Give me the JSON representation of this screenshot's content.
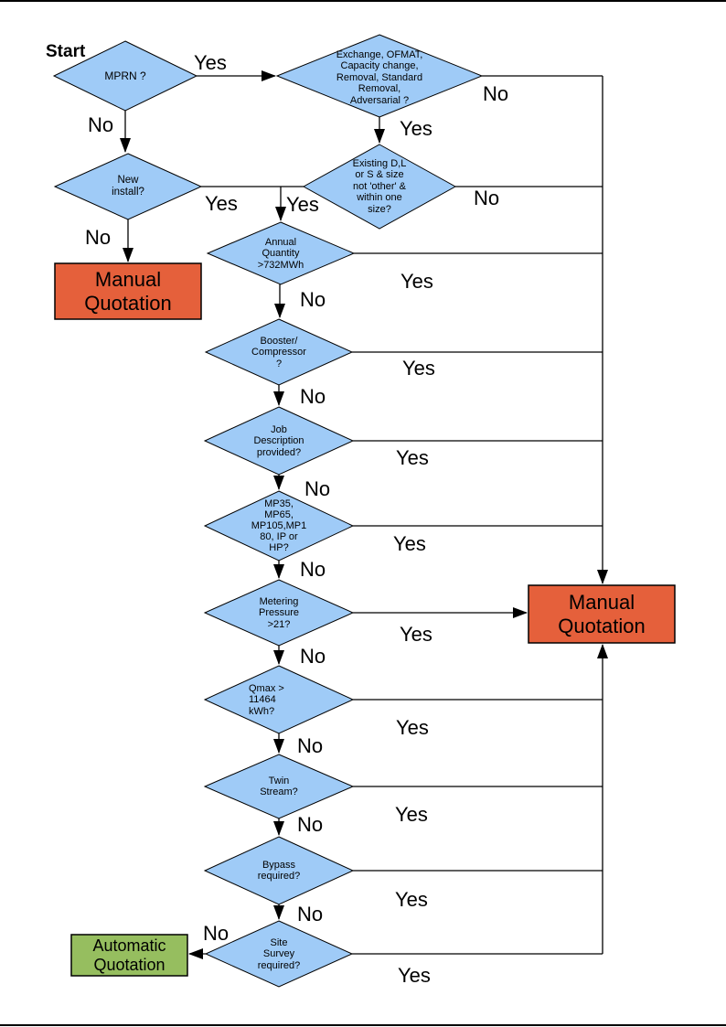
{
  "start_label": "Start",
  "colors": {
    "decision_fill": "#9FCBF7",
    "decision_stroke": "#000000",
    "manual_fill": "#E5603B",
    "automatic_fill": "#96BE5F",
    "line_color": "#000000"
  },
  "nodes": {
    "mprn": {
      "text": "MPRN ?"
    },
    "exchange": {
      "text": "Exchange, OFMAT,\nCapacity change,\nRemoval, Standard\nRemoval,\nAdversarial ?"
    },
    "new_install": {
      "text": "New\ninstall?"
    },
    "existing": {
      "text": "Existing D,L\nor S & size\nnot 'other' &\nwithin one\nsize?"
    },
    "annual": {
      "text": "Annual\nQuantity\n>732MWh"
    },
    "booster": {
      "text": "Booster/\nCompressor\n?"
    },
    "job_desc": {
      "text": "Job\nDescription\nprovided?"
    },
    "mp_tier": {
      "text": "MP35,\nMP65,\nMP105,MP1\n80, IP or\nHP?"
    },
    "metering": {
      "text": "Metering\nPressure\n>21?"
    },
    "qmax": {
      "text": "Qmax >\n11464\nkWh?"
    },
    "twin": {
      "text": "Twin\nStream?"
    },
    "bypass": {
      "text": "Bypass\nrequired?"
    },
    "site_survey": {
      "text": "Site\nSurvey\nrequired?"
    }
  },
  "terminals": {
    "manual_left": {
      "text": "Manual\nQuotation"
    },
    "manual_right": {
      "text": "Manual\nQuotation"
    },
    "automatic": {
      "text": "Automatic\nQuotation"
    }
  },
  "labels": {
    "mprn_yes": "Yes",
    "mprn_no": "No",
    "exchange_yes": "Yes",
    "exchange_no": "No",
    "new_install_yes": "Yes",
    "new_install_no": "No",
    "existing_yes": "Yes",
    "existing_no": "No",
    "annual_yes": "Yes",
    "annual_no": "No",
    "booster_yes": "Yes",
    "booster_no": "No",
    "job_desc_yes": "Yes",
    "job_desc_no": "No",
    "mp_tier_yes": "Yes",
    "mp_tier_no": "No",
    "metering_yes": "Yes",
    "metering_no": "No",
    "qmax_yes": "Yes",
    "qmax_no": "No",
    "twin_yes": "Yes",
    "twin_no": "No",
    "bypass_yes": "Yes",
    "bypass_no": "No",
    "site_survey_yes": "Yes",
    "site_survey_no": "No"
  }
}
